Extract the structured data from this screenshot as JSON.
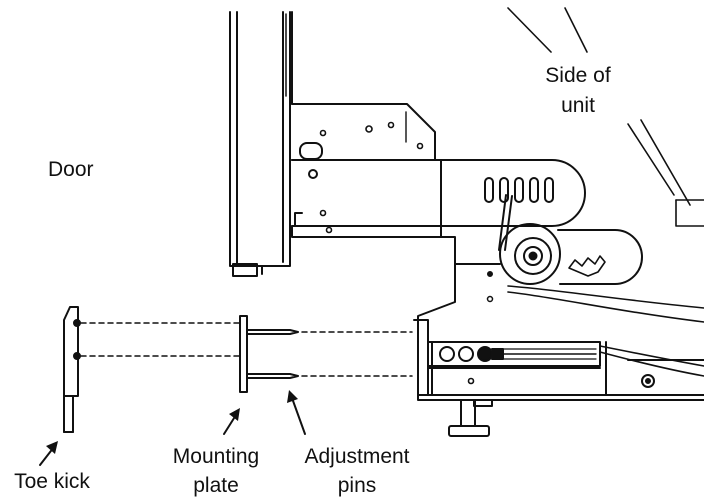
{
  "labels": {
    "door": "Door",
    "side_of_unit_line1": "Side of",
    "side_of_unit_line2": "unit",
    "toe_kick": "Toe kick",
    "mounting_plate_line1": "Mounting",
    "mounting_plate_line2": "plate",
    "adjustment_pins_line1": "Adjustment",
    "adjustment_pins_line2": "pins"
  },
  "colors": {
    "line": "#111111",
    "background": "#ffffff"
  }
}
